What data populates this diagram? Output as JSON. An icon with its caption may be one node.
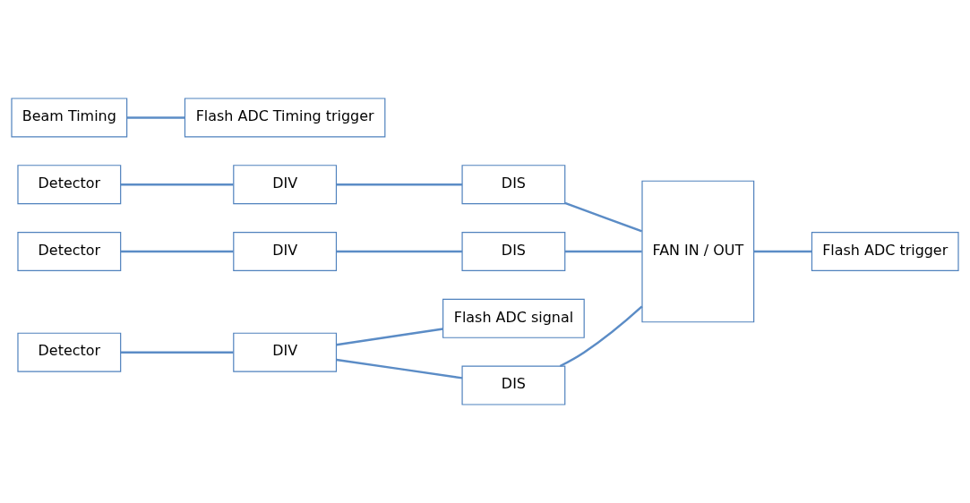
{
  "diagram": {
    "nodes": [
      {
        "text": [
          "Flash ADC signal"
        ]
      },
      {
        "text": [
          "Detector"
        ]
      },
      {
        "text": [
          "DIV"
        ]
      },
      {
        "text": [
          "DIS"
        ]
      },
      {
        "text": [
          "Detector"
        ]
      },
      {
        "text": [
          "DIV"
        ]
      },
      {
        "text": [
          "DIS"
        ]
      },
      {
        "text": [
          "Detector"
        ]
      },
      {
        "text": [
          "DIV"
        ]
      },
      {
        "text": [
          "DIS"
        ]
      },
      {
        "text": [
          "FAN IN / OUT"
        ]
      },
      {
        "text": [
          "Flash ADC trigger"
        ]
      },
      {
        "text": [
          "Beam Timing"
        ]
      },
      {
        "text": [
          "Flash ADC Timing trigger"
        ]
      }
    ],
    "edges": [
      {
        "from": 1,
        "to": 2,
        "arrow": "none"
      },
      {
        "from": 2,
        "to": 0,
        "arrow": "none"
      },
      {
        "from": 2,
        "to": 3,
        "arrow": "none"
      },
      {
        "from": 3,
        "to": 10,
        "arrow": "none"
      },
      {
        "from": 4,
        "to": 5,
        "arrow": "none"
      },
      {
        "from": 5,
        "to": 6,
        "arrow": "none"
      },
      {
        "from": 6,
        "to": 10,
        "arrow": "none"
      },
      {
        "from": 7,
        "to": 8,
        "arrow": "none"
      },
      {
        "from": 8,
        "to": 9,
        "arrow": "none"
      },
      {
        "from": 9,
        "to": 10,
        "arrow": "none"
      },
      {
        "from": 10,
        "to": 11,
        "arrow": "none"
      },
      {
        "from": 12,
        "to": 13,
        "arrow": "none"
      }
    ]
  }
}
